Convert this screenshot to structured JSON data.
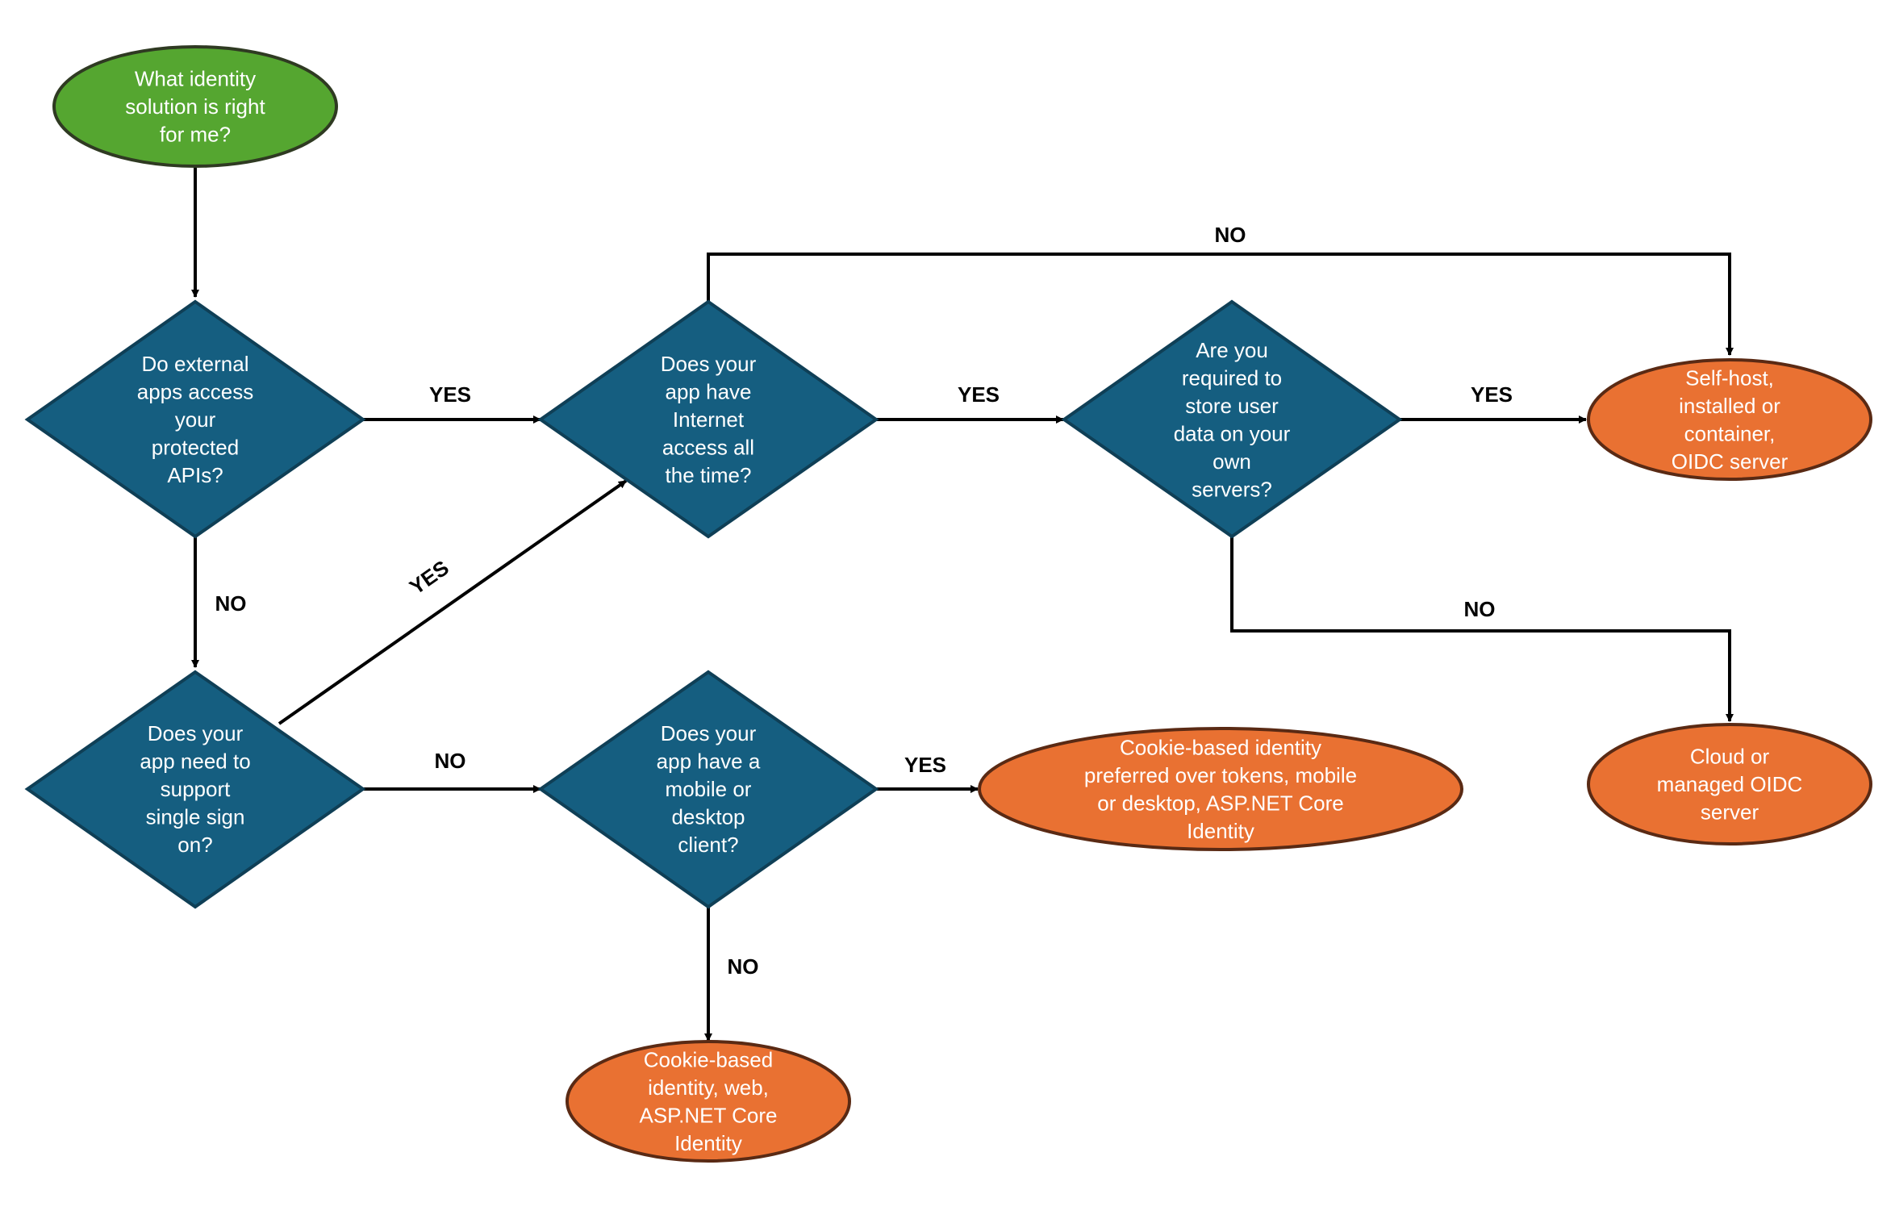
{
  "colors": {
    "start_fill": "#55a630",
    "start_stroke": "#2f3a22",
    "decision_fill": "#155e80",
    "decision_stroke": "#0f3f56",
    "outcome_fill": "#e97132",
    "outcome_stroke": "#5a2a14",
    "line": "#000000"
  },
  "nodes": {
    "start": [
      "What identity",
      "solution is right",
      "for me?"
    ],
    "q_external_apis": [
      "Do external",
      "apps access",
      "your",
      "protected",
      "APIs?"
    ],
    "q_internet": [
      "Does your",
      "app have",
      "Internet",
      "access all",
      "the time?"
    ],
    "q_store_data": [
      "Are you",
      "required to",
      "store user",
      "data on your",
      "own",
      "servers?"
    ],
    "q_sso": [
      "Does your",
      "app need to",
      "support",
      "single sign",
      "on?"
    ],
    "q_client": [
      "Does your",
      "app have a",
      "mobile or",
      "desktop",
      "client?"
    ],
    "out_selfhost": [
      "Self-host,",
      "installed or",
      "container,",
      "OIDC server"
    ],
    "out_cloud": [
      "Cloud or",
      "managed OIDC",
      "server"
    ],
    "out_cookie_tokens": [
      "Cookie-based identity",
      "preferred over tokens, mobile",
      "or desktop, ASP.NET Core",
      "Identity"
    ],
    "out_cookie_web": [
      "Cookie-based",
      "identity, web,",
      "ASP.NET Core",
      "Identity"
    ]
  },
  "edges": {
    "ext_to_internet": "YES",
    "ext_to_sso": "NO",
    "sso_to_internet": "YES",
    "sso_to_client": "NO",
    "internet_to_store": "YES",
    "internet_to_selfhost": "NO",
    "store_to_selfhost": "YES",
    "store_to_cloud": "NO",
    "client_to_cookie_tokens": "YES",
    "client_to_cookie_web": "NO"
  }
}
